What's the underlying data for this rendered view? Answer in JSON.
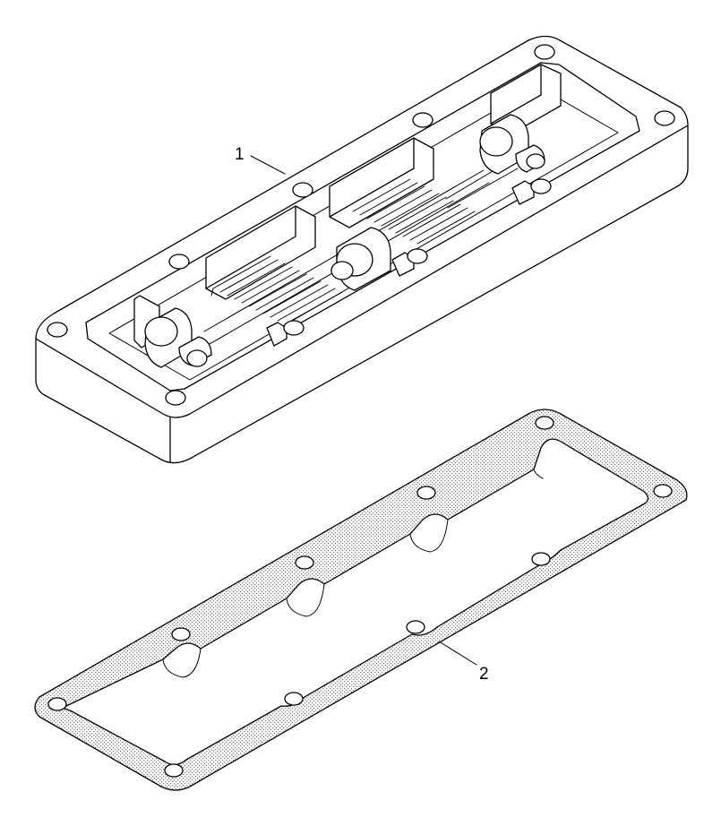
{
  "callouts": [
    {
      "id": "cover",
      "label": "1"
    },
    {
      "id": "gasket",
      "label": "2"
    }
  ],
  "colors": {
    "line": "#000000",
    "background": "#ffffff",
    "gasket_stipple": "#8a8a8a"
  }
}
